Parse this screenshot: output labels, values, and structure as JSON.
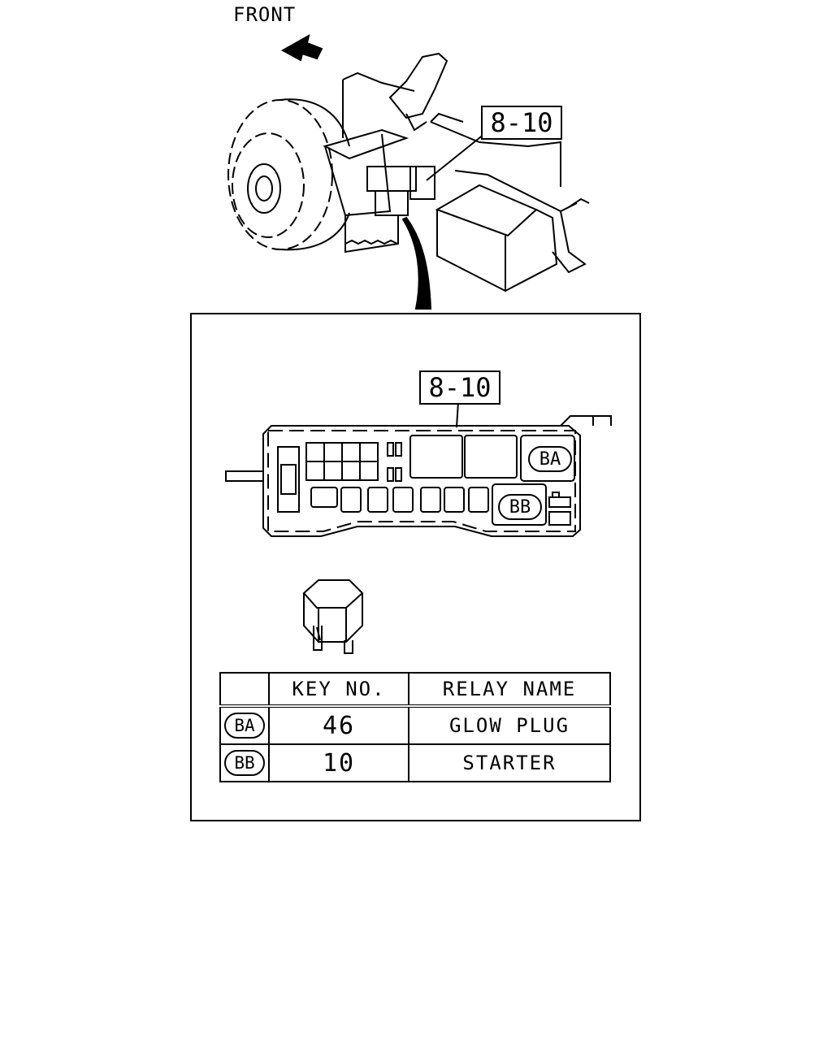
{
  "front_label": "FRONT",
  "callout_code": "8-10",
  "fuse_box_labels": [
    "BA",
    "BB"
  ],
  "table": {
    "headers": [
      "",
      "KEY NO.",
      "RELAY NAME"
    ],
    "rows": [
      {
        "mark": "BA",
        "key_no": "46",
        "relay_name": "GLOW PLUG"
      },
      {
        "mark": "BB",
        "key_no": "10",
        "relay_name": "STARTER"
      }
    ]
  }
}
